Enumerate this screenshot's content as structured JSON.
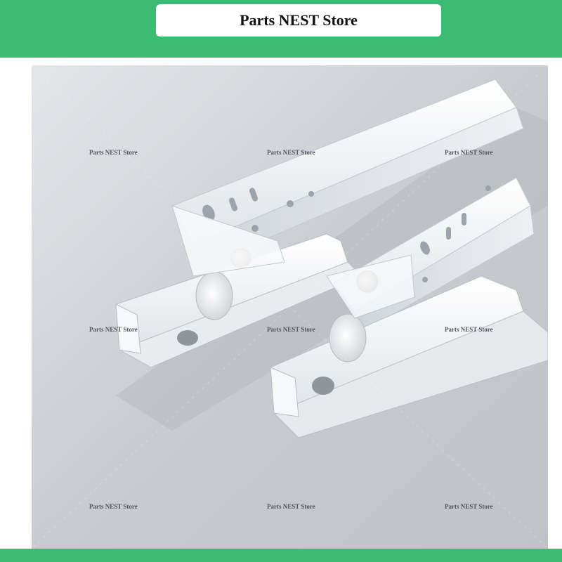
{
  "store_banner": {
    "title": "Parts NEST Store"
  },
  "watermarks": [
    "Parts NEST Store",
    "Parts NEST Store",
    "Parts NEST Store",
    "Parts NEST Store",
    "Parts NEST Store",
    "Parts NEST Store",
    "Parts NEST Store",
    "Parts NEST Store",
    "Parts NEST Store"
  ],
  "colors": {
    "frame_green": "#3dba73",
    "background_gray": "#c9cdd1",
    "rail_white": "#f4f6f8"
  }
}
